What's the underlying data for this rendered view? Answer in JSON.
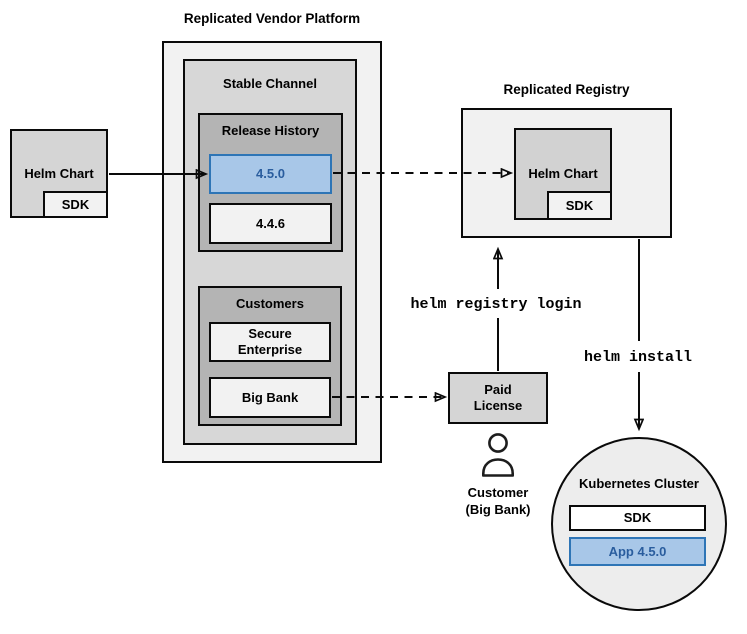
{
  "palette": {
    "platform_bg": "#f2f2f2",
    "channel_bg": "#d7d7d7",
    "group_bg": "#b4b4b4",
    "item_bg": "#f2f2f2",
    "node_bg": "#d5d5d5",
    "registry_bg": "#f1f1f1",
    "cluster_bg": "#ededed",
    "blue_fill": "#a8c7e8",
    "blue_border": "#2e75b6",
    "blue_text": "#2a5d9e",
    "line_color": "#0a0a0a"
  },
  "platform": {
    "title": "Replicated Vendor Platform",
    "stable_channel": {
      "label": "Stable Channel"
    },
    "release_history": {
      "label": "Release History",
      "releases": [
        "4.5.0",
        "4.4.6"
      ],
      "highlighted_release": "4.5.0"
    },
    "customers": {
      "label": "Customers",
      "items": [
        "Secure Enterprise",
        "Big Bank"
      ]
    }
  },
  "vendor_chart": {
    "label": "Helm Chart",
    "badge": "SDK"
  },
  "registry": {
    "title": "Replicated Registry",
    "chart": {
      "label": "Helm Chart",
      "badge": "SDK"
    }
  },
  "license": {
    "label": "Paid License"
  },
  "customer": {
    "label": "Customer (Big Bank)"
  },
  "commands": {
    "registry_login": "helm registry login",
    "install": "helm install"
  },
  "cluster": {
    "title": "Kubernetes Cluster",
    "items": [
      "SDK",
      "App 4.5.0"
    ]
  }
}
